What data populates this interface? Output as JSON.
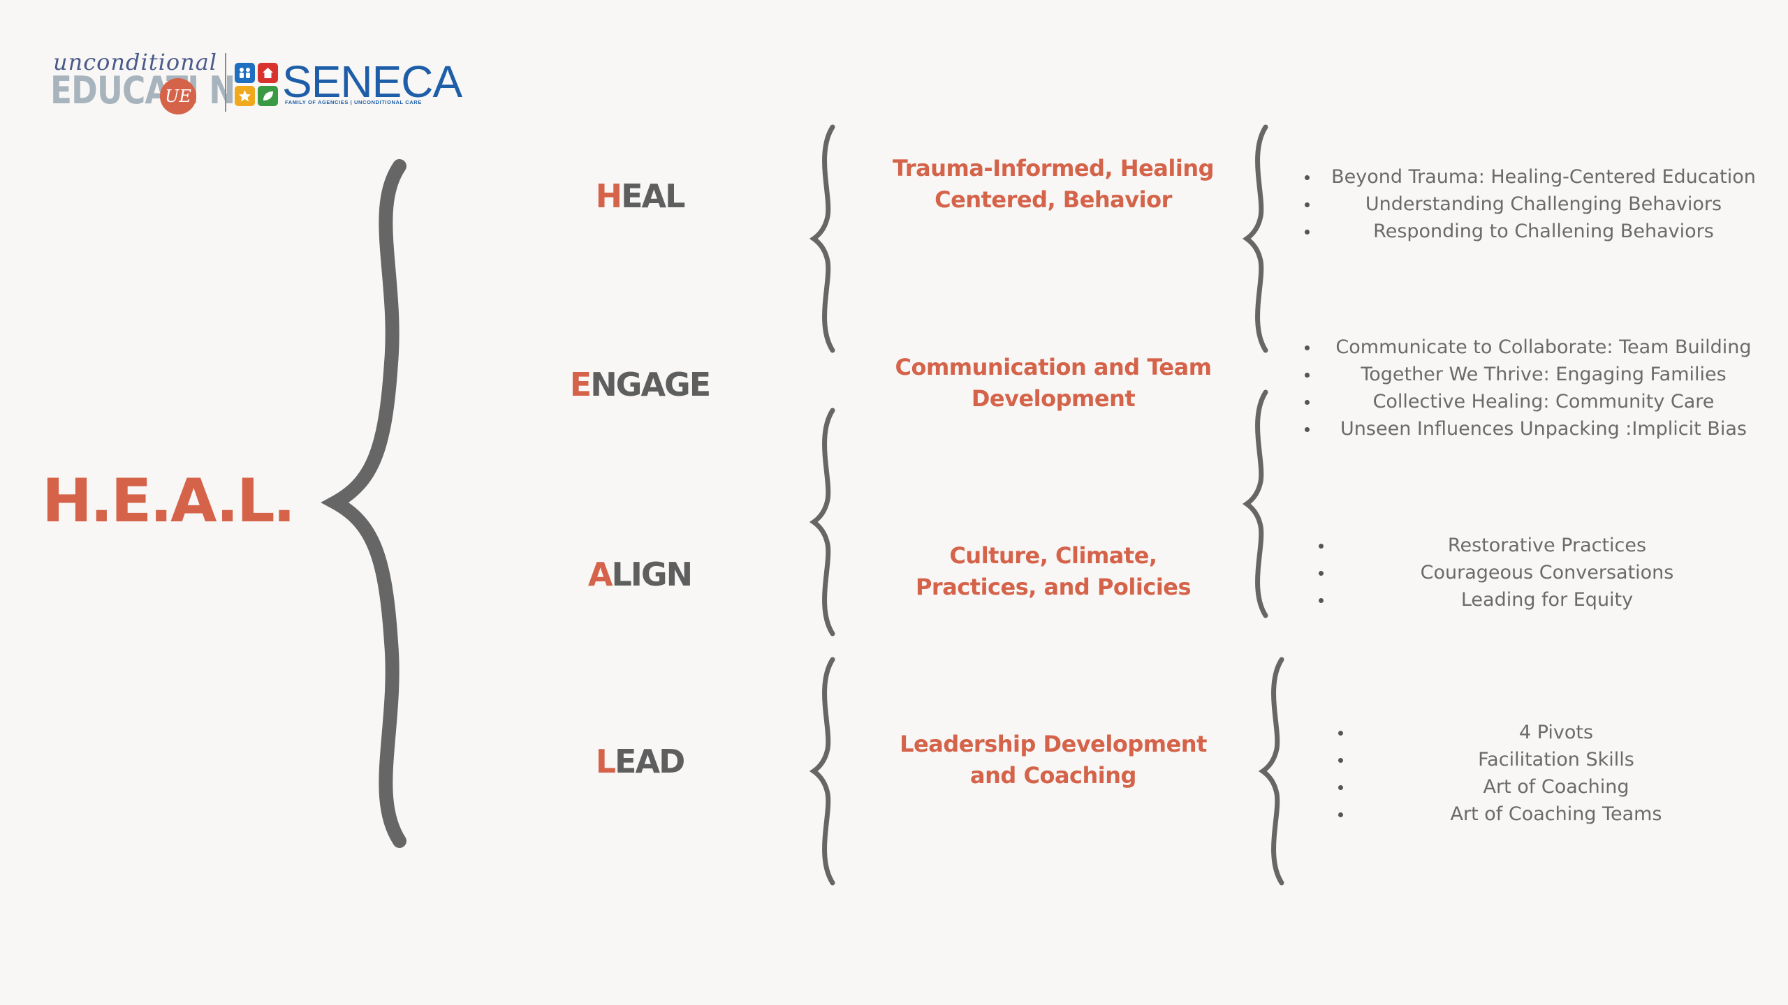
{
  "logo": {
    "unconditional": "unconditional",
    "education": "EDUCATI  N",
    "badge": "UE",
    "seneca": "SENECA",
    "tagline": "FAMILY OF AGENCIES | UNCONDITIONAL CARE"
  },
  "title": "H.E.A.L.",
  "stages": [
    {
      "initial": "H",
      "rest": "EAL",
      "category": "Trauma-Informed, Healing Centered, Behavior",
      "items": [
        "Beyond Trauma: Healing-Centered Education",
        "Understanding Challenging Behaviors",
        "Responding to Challening Behaviors"
      ]
    },
    {
      "initial": "E",
      "rest": "NGAGE",
      "category": "Communication and Team Development",
      "items": [
        "Communicate to Collaborate: Team Building",
        "Together We Thrive: Engaging Families",
        "Collective Healing: Community Care",
        "Unseen Influences Unpacking :Implicit Bias"
      ]
    },
    {
      "initial": "A",
      "rest": "LIGN",
      "category": "Culture, Climate, Practices, and Policies",
      "items": [
        "Restorative Practices",
        "Courageous Conversations",
        "Leading for Equity"
      ]
    },
    {
      "initial": "L",
      "rest": "EAD",
      "category": "Leadership Development and Coaching",
      "items": [
        "4 Pivots",
        "Facilitation Skills",
        "Art of Coaching",
        "Art of Coaching Teams"
      ]
    }
  ],
  "colors": {
    "accent": "#d4634a",
    "dark": "#5e5e5e",
    "brace": "#666666",
    "text": "#6a6a6a",
    "background": "#f8f7f5",
    "seneca_blue": "#1e5ea8",
    "logo_gray": "#a7b4bd"
  }
}
